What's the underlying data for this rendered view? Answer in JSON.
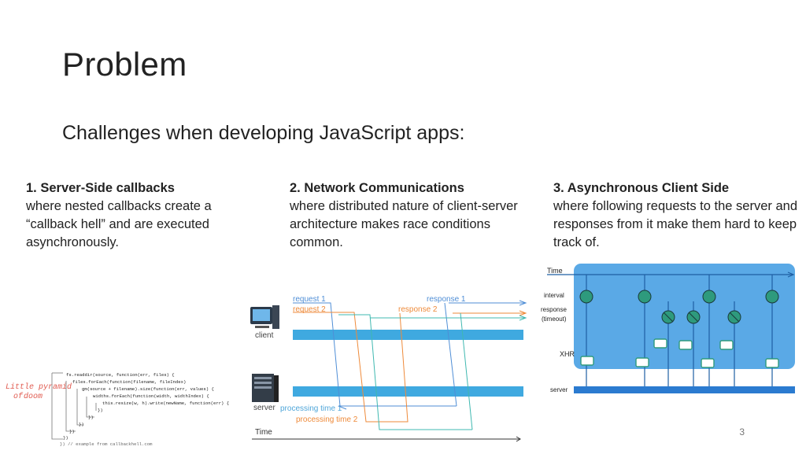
{
  "slide": {
    "title": "Problem",
    "subtitle": "Challenges when developing JavaScript apps:",
    "page_number": "3"
  },
  "columns": [
    {
      "heading": "1. Server-Side callbacks",
      "body": "where nested callbacks create a “callback hell” and are executed asynchronously."
    },
    {
      "heading": "2. Network Communications",
      "body": "where distributed nature of client-server architecture makes race conditions common."
    },
    {
      "heading": "3. Asynchronous Client Side",
      "body": "where following requests to the server and responses from it make them hard to keep track of."
    }
  ],
  "figure_pyramid": {
    "label_line1": "Little pyramid",
    "label_of": "of",
    "label_doom": "doom",
    "code": [
      "fs.readdir(source, function(err, files) {",
      "  files.forEach(function(filename, fileIndex)",
      "    gm(source + filename).size(function(err, values) {",
      "      widths.forEach(function(width, widthIndex) {",
      "        this.resize(w, h).write(newName, function(err) {",
      "        })",
      "      })",
      "    })",
      "  })",
      "})",
      "}) // example from callbackhell.com"
    ],
    "colors": {
      "keyword": "#e8743b",
      "label": "#e05a4f"
    }
  },
  "figure_network": {
    "client_label": "client",
    "server_label": "server",
    "request1": "request 1",
    "request2": "request 2",
    "response1": "response 1",
    "response2": "response 2",
    "processing1": "processing time 1",
    "processing2": "processing time 2",
    "time_label": "Time",
    "colors": {
      "line": "#3fa9e0",
      "blue_arrow": "#4f8ed6",
      "orange": "#ee8a3a",
      "teal": "#3fb8b0"
    }
  },
  "figure_async": {
    "time_label": "Time",
    "interval_label": "interval",
    "response_label": "response",
    "timeout_label": "(timeout)",
    "xhr_label": "XHR",
    "server_label": "server",
    "colors": {
      "panel": "#5aa9e6",
      "line": "#2b7bd0",
      "icon": "#2e9a7d"
    }
  }
}
